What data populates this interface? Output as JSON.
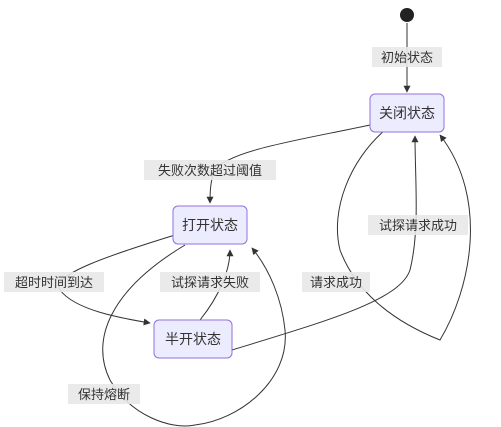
{
  "states": {
    "closed": "关闭状态",
    "open": "打开状态",
    "half_open": "半开状态"
  },
  "transitions": {
    "initial": "初始状态",
    "failure_threshold": "失败次数超过阈值",
    "timeout_reached": "超时时间到达",
    "probe_failed": "试探请求失败",
    "probe_succeeded": "试探请求成功",
    "request_succeeded": "请求成功",
    "stay_tripped": "保持熔断"
  }
}
